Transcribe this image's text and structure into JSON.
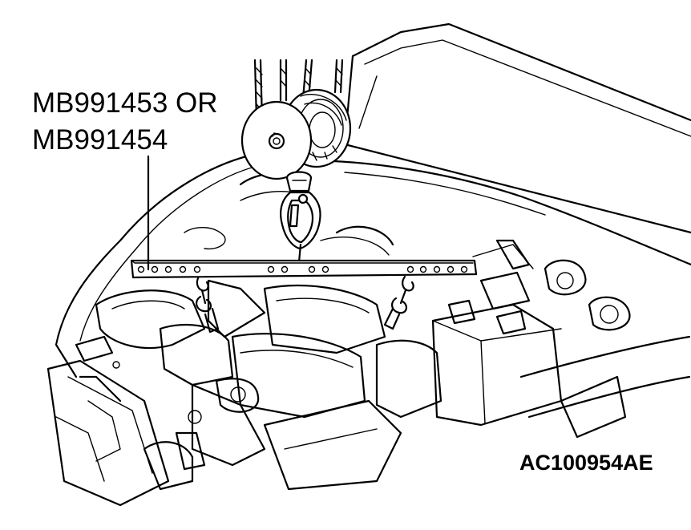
{
  "callout": {
    "line1": "MB991453 OR",
    "line2": "MB991454"
  },
  "figure_id": "AC100954AE"
}
